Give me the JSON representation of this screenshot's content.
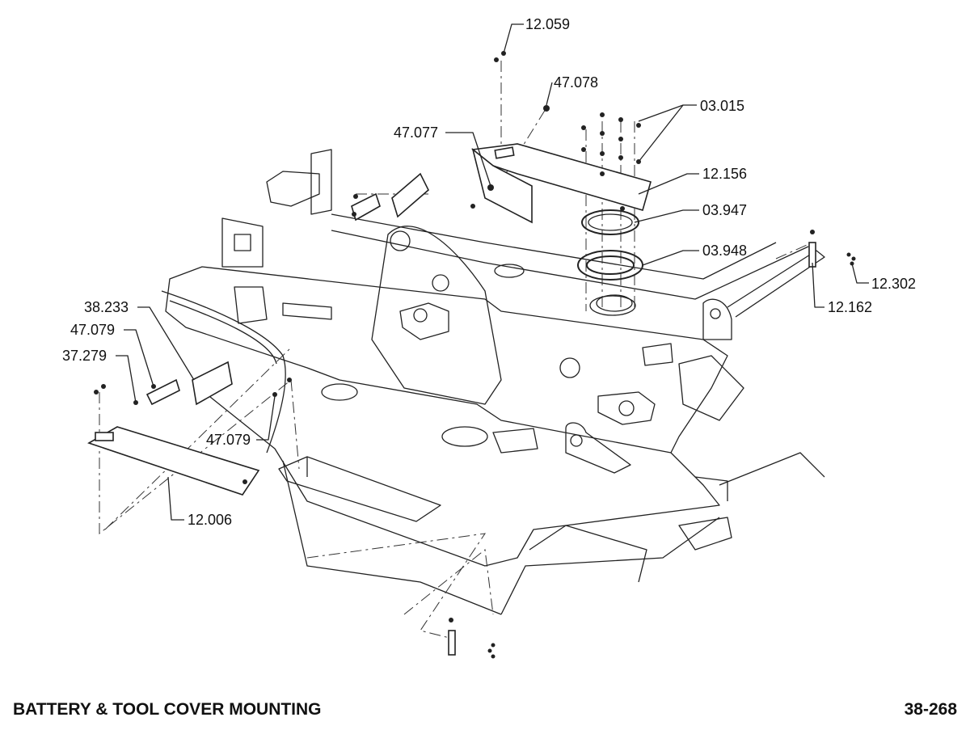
{
  "footer": {
    "title": "BATTERY & TOOL COVER MOUNTING",
    "page_number": "38-268"
  },
  "callouts": [
    {
      "id": "c-12059",
      "label": "12.059"
    },
    {
      "id": "c-47078",
      "label": "47.078"
    },
    {
      "id": "c-03015",
      "label": "03.015"
    },
    {
      "id": "c-47077",
      "label": "47.077"
    },
    {
      "id": "c-12156",
      "label": "12.156"
    },
    {
      "id": "c-03947",
      "label": "03.947"
    },
    {
      "id": "c-03948",
      "label": "03.948"
    },
    {
      "id": "c-12302",
      "label": "12.302"
    },
    {
      "id": "c-12162",
      "label": "12.162"
    },
    {
      "id": "c-38233",
      "label": "38.233"
    },
    {
      "id": "c-47079a",
      "label": "47.079"
    },
    {
      "id": "c-37279",
      "label": "37.279"
    },
    {
      "id": "c-47079b",
      "label": "47.079"
    },
    {
      "id": "c-12006",
      "label": "12.006"
    }
  ]
}
